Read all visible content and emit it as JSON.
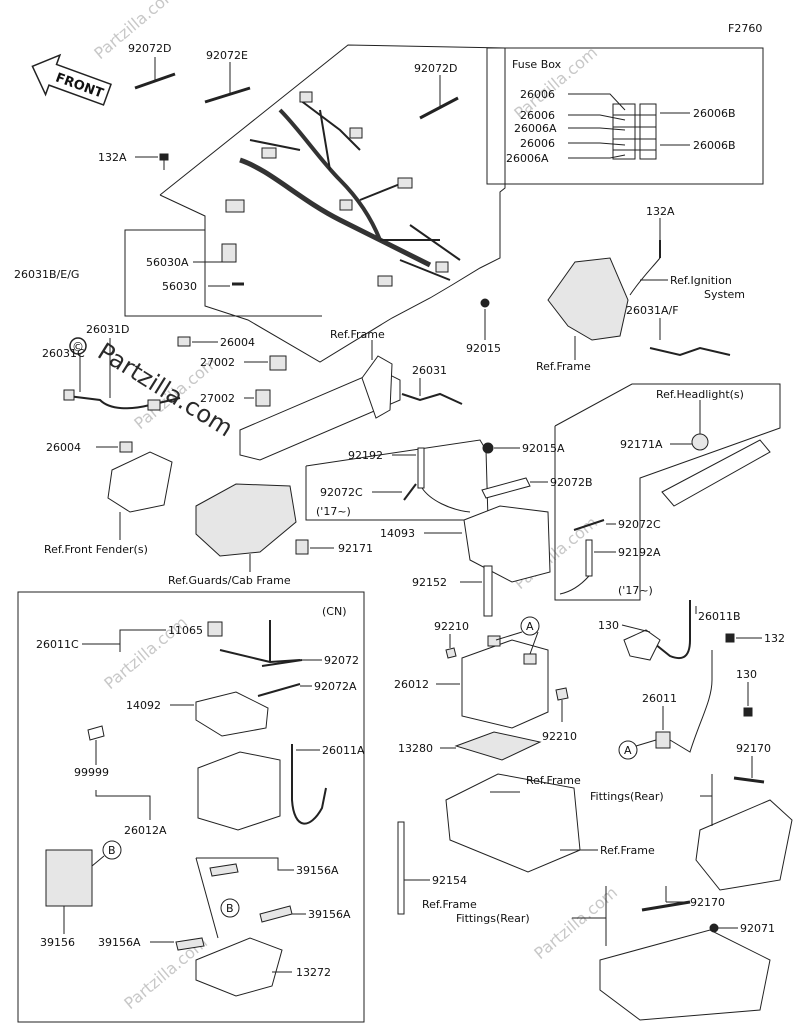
{
  "diagram_code": "F2760",
  "front_label": "FRONT",
  "watermark": "Partzilla.com",
  "copyright_symbol": "©",
  "fuse_box": {
    "title": "Fuse Box",
    "labels_left": [
      "26006",
      "26006",
      "26006A",
      "26006",
      "26006A"
    ],
    "labels_right": [
      "26006B",
      "26006B"
    ]
  },
  "callouts": {
    "l_92072D_a": "92072D",
    "l_92072E": "92072E",
    "l_92072D_b": "92072D",
    "l_132A_a": "132A",
    "l_26031BEG": "26031B/E/G",
    "l_56030A": "56030A",
    "l_56030": "56030",
    "l_26004_a": "26004",
    "l_92015": "92015",
    "l_132A_b": "132A",
    "l_ref_ign_1": "Ref.Ignition",
    "l_ref_ign_2": "System",
    "l_26031AF": "26031A/F",
    "l_ref_frame_a": "Ref.Frame",
    "l_ref_frame_b": "Ref.Frame",
    "l_26031D": "26031D",
    "l_26031C": "26031C",
    "l_27002_a": "27002",
    "l_27002_b": "27002",
    "l_26031": "26031",
    "l_26004_b": "26004",
    "l_ref_front_fender": "Ref.Front Fender(s)",
    "l_ref_guards": "Ref.Guards/Cab Frame",
    "l_92171": "92171",
    "l_92192": "92192",
    "l_92072C_a": "92072C",
    "l_17_a": "('17~)",
    "l_92015A": "92015A",
    "l_92072B": "92072B",
    "l_14093": "14093",
    "l_ref_headlight": "Ref.Headlight(s)",
    "l_92171A": "92171A",
    "l_92072C_b": "92072C",
    "l_92192A": "92192A",
    "l_17_b": "('17~)",
    "l_92152": "92152",
    "l_CN": "(CN)",
    "l_11065": "11065",
    "l_26011C": "26011C",
    "l_92072": "92072",
    "l_92072A": "92072A",
    "l_14092": "14092",
    "l_26011A": "26011A",
    "l_99999": "99999",
    "l_26012A": "26012A",
    "l_39156A_a": "39156A",
    "l_39156A_b": "39156A",
    "l_39156A_c": "39156A",
    "l_39156": "39156",
    "l_13272": "13272",
    "l_B_a": "B",
    "l_B_b": "B",
    "l_A_a": "A",
    "l_A_b": "A",
    "l_92210_a": "92210",
    "l_92210_b": "92210",
    "l_26012": "26012",
    "l_13280": "13280",
    "l_ref_frame_fit_1a": "Ref.Frame",
    "l_ref_frame_fit_1b": "Fittings(Rear)",
    "l_ref_frame_c": "Ref.Frame",
    "l_92154": "92154",
    "l_ref_frame_fit_2a": "Ref.Frame",
    "l_ref_frame_fit_2b": "Fittings(Rear)",
    "l_26011B": "26011B",
    "l_130_a": "130",
    "l_132": "132",
    "l_130_b": "130",
    "l_26011": "26011",
    "l_92170_a": "92170",
    "l_92170_b": "92170",
    "l_92071": "92071"
  }
}
